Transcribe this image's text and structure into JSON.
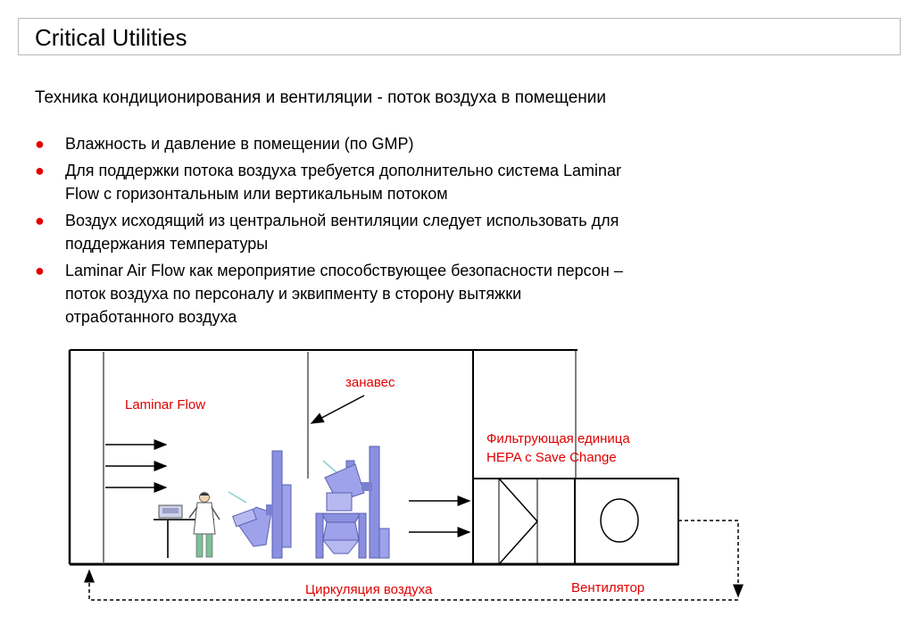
{
  "header": {
    "title": "Critical Utilities"
  },
  "subtitle": "Техника кондиционирования и вентиляции - поток воздуха в помещении",
  "bullets": [
    {
      "line1": "Влажность и давление в помещении (по GMP)"
    },
    {
      "line1": "Для поддержки потока воздуха требуется дополнительно система Laminar",
      "line2": "Flow с горизонтальным или вертикальным потоком"
    },
    {
      "line1": "Воздух исходящий из центральной вентиляции следует использовать для",
      "line2": "поддержания температуры"
    },
    {
      "line1": "Laminar Air Flow как мероприятие способствующее безопасности персон –",
      "line2": "поток воздуха по персоналу и эквипменту в сторону вытяжки",
      "line3": "отработанного воздуха"
    }
  ],
  "diagram": {
    "curtain": "занавес",
    "laminar_flow": "Laminar Flow",
    "filter_line1": "Фильтрующая единица",
    "filter_line2": "HEPA с Save Change",
    "circulation": "Циркуляция воздуха",
    "fan": "Вентилятор"
  },
  "colors": {
    "label_red": "#e00000",
    "machine_blue": "#8a8fe0",
    "bullet_red": "#e00000"
  }
}
